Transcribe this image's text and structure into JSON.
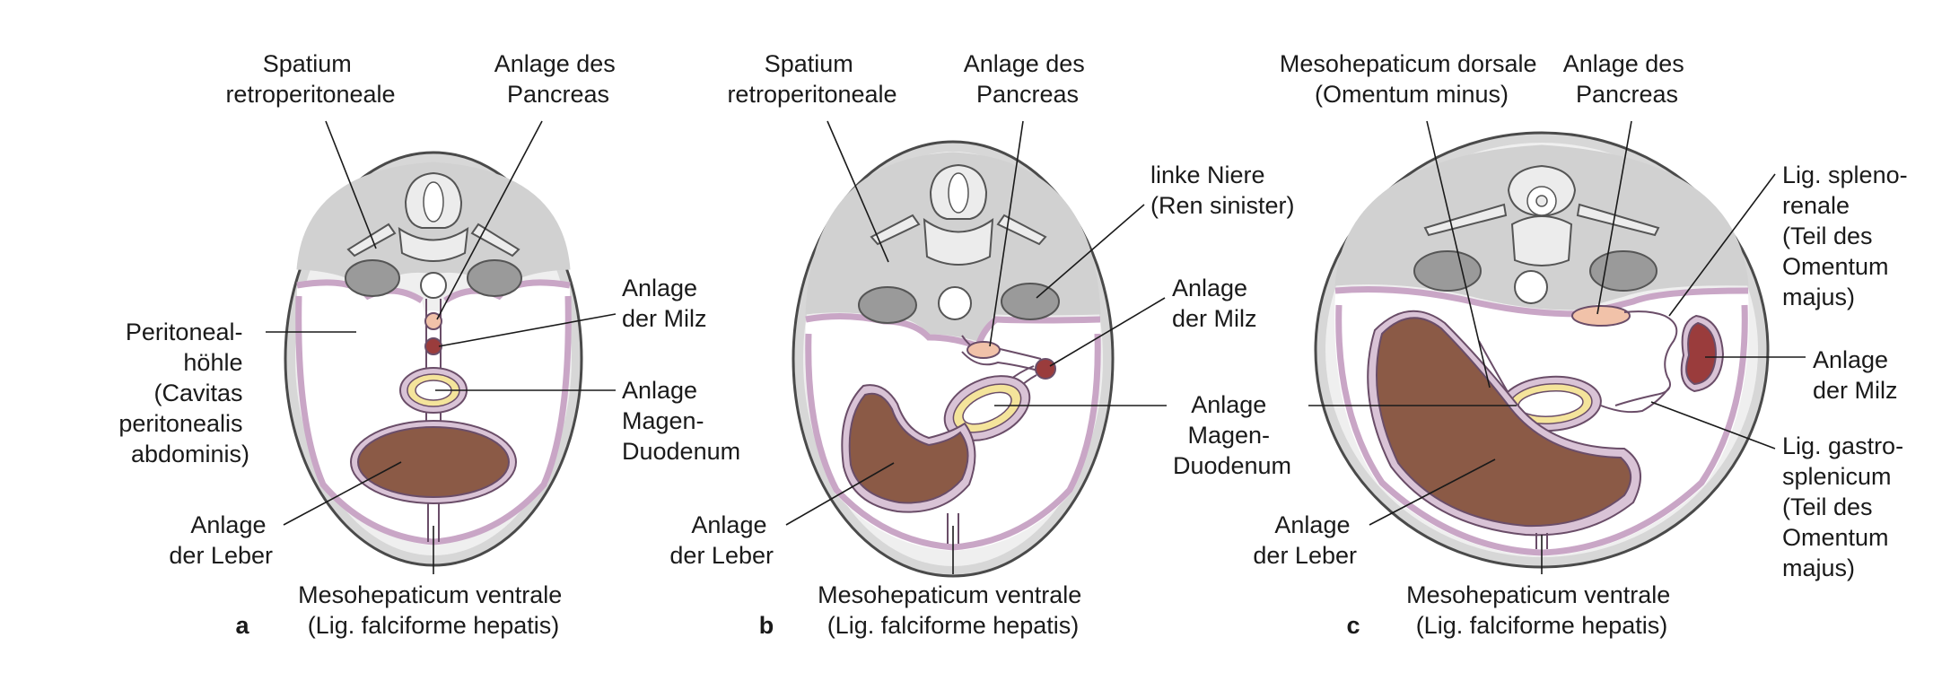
{
  "panels": [
    {
      "id": "a",
      "letter": "a",
      "labels": {
        "spatium": [
          "Spatium",
          "retroperitoneale"
        ],
        "pancreas": [
          "Anlage des",
          "Pancreas"
        ],
        "milz": [
          "Anlage",
          "der Milz"
        ],
        "peritoneal": [
          "Peritoneal-",
          "höhle",
          "(Cavitas",
          "peritonealis",
          "abdominis)"
        ],
        "magen": [
          "Anlage",
          "Magen-",
          "Duodenum"
        ],
        "leber": [
          "Anlage",
          "der Leber"
        ],
        "meso": [
          "Mesohepaticum ventrale",
          "(Lig. falciforme hepatis)"
        ]
      }
    },
    {
      "id": "b",
      "letter": "b",
      "labels": {
        "spatium": [
          "Spatium",
          "retroperitoneale"
        ],
        "pancreas": [
          "Anlage des",
          "Pancreas"
        ],
        "niere": [
          "linke Niere",
          "(Ren sinister)"
        ],
        "milz": [
          "Anlage",
          "der Milz"
        ],
        "magen": [
          "Anlage",
          "Magen-",
          "Duodenum"
        ],
        "leber": [
          "Anlage",
          "der Leber"
        ],
        "meso": [
          "Mesohepaticum ventrale",
          "(Lig. falciforme hepatis)"
        ]
      }
    },
    {
      "id": "c",
      "letter": "c",
      "labels": {
        "mesodorsale": [
          "Mesohepaticum dorsale",
          "(Omentum minus)"
        ],
        "pancreas": [
          "Anlage des",
          "Pancreas"
        ],
        "splenorenale": [
          "Lig. spleno-",
          "renale",
          "(Teil des",
          "Omentum",
          "majus)"
        ],
        "milz": [
          "Anlage",
          "der Milz"
        ],
        "gastro": [
          "Lig. gastro-",
          "splenicum",
          "(Teil des",
          "Omentum",
          "majus)"
        ],
        "leber": [
          "Anlage",
          "der Leber"
        ],
        "meso": [
          "Mesohepaticum ventrale",
          "(Lig. falciforme hepatis)"
        ]
      }
    }
  ],
  "colors": {
    "body_wall": "#d7d7d7",
    "retroperitoneum": "#d1d1d1",
    "peritoneum": "#c9a6c6",
    "liver": "#8b5a46",
    "spleen": "#9a3c3c",
    "pancreas": "#f1c2a9",
    "stomach_mucosa": "#f4e49b",
    "kidney": "#9a9a9a"
  }
}
